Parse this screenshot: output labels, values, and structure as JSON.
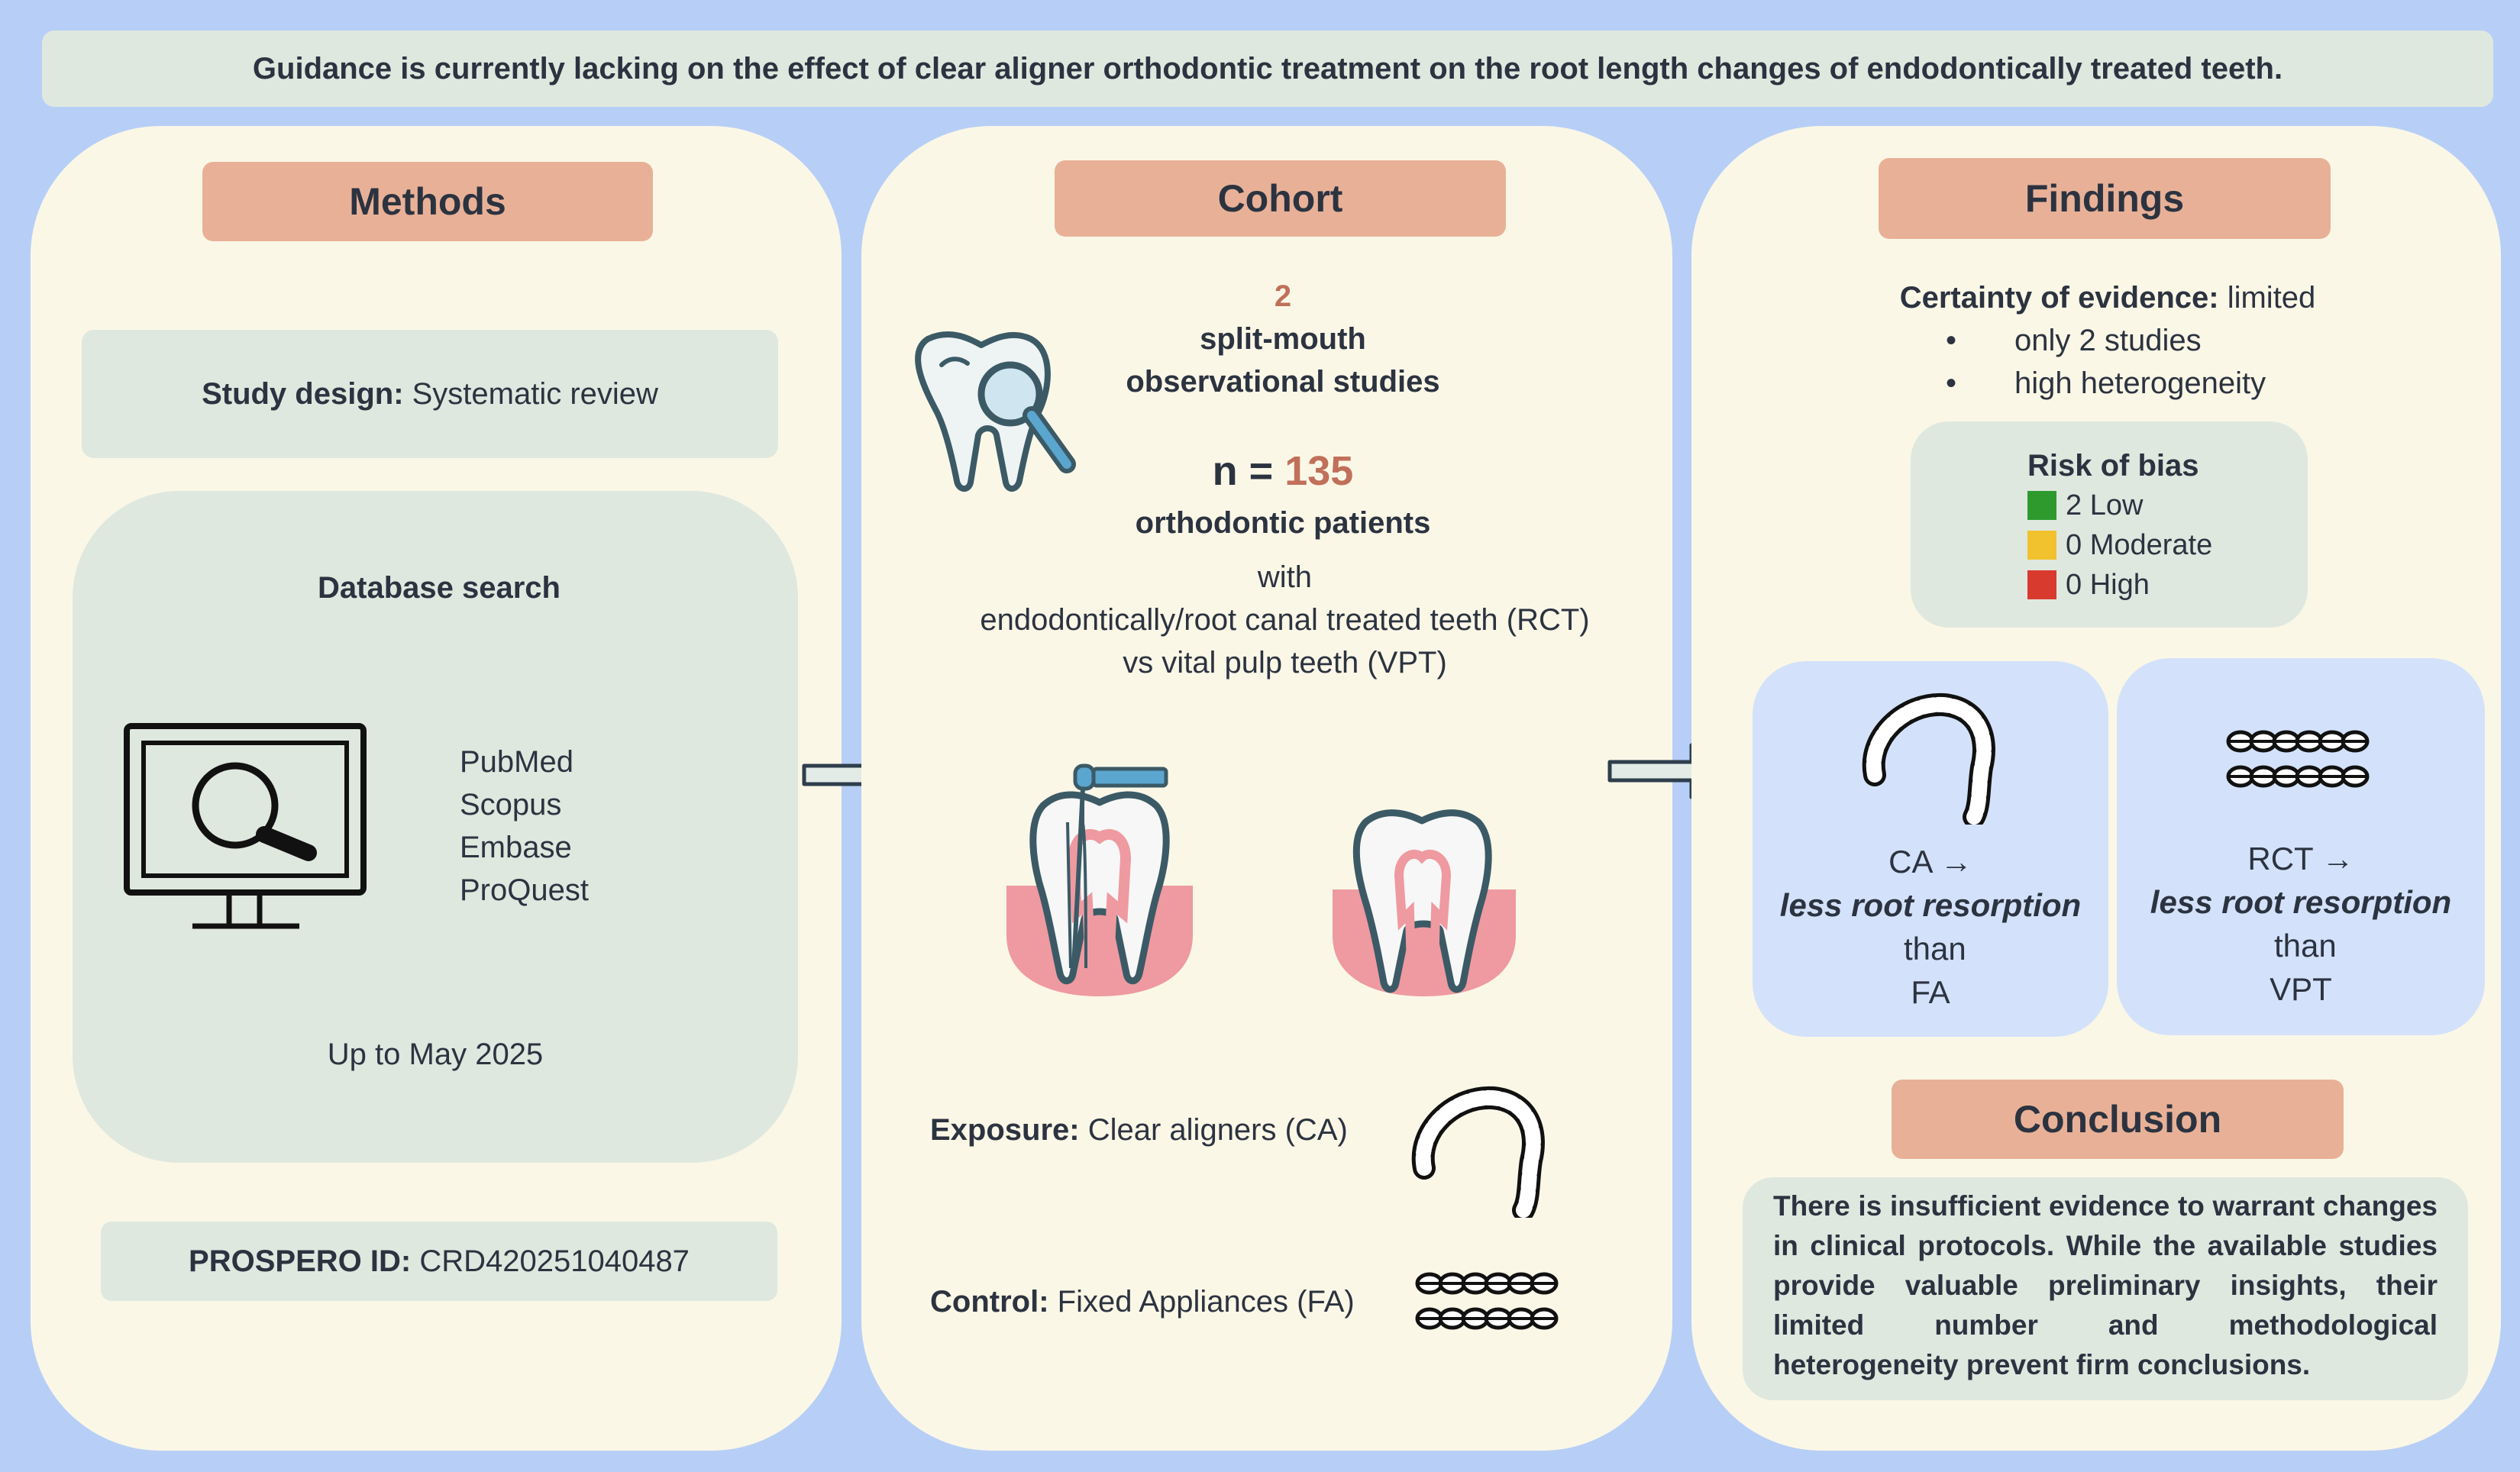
{
  "banner": "Guidance is currently lacking on the effect of clear aligner orthodontic treatment on the root length changes of endodontically treated teeth.",
  "methods": {
    "header": "Methods",
    "study_design_label": "Study design:",
    "study_design_value": " Systematic review",
    "database_title": "Database search",
    "databases": [
      "PubMed",
      "Scopus",
      "Embase",
      "ProQuest"
    ],
    "date_range": "Up to May 2025",
    "prospero_label": "PROSPERO ID:",
    "prospero_value": " CRD420251040487"
  },
  "cohort": {
    "header": "Cohort",
    "studies_count": "2",
    "studies_line1": "split-mouth",
    "studies_line2": "observational studies",
    "n_prefix": "n = ",
    "n_value": "135",
    "patients": "orthodontic patients",
    "with": "with",
    "rct": "endodontically/root canal treated teeth (RCT)",
    "vpt": "vs vital pulp teeth (VPT)",
    "exposure_label": "Exposure:",
    "exposure_value": " Clear aligners (CA)",
    "control_label": "Control:",
    "control_value": " Fixed Appliances (FA)"
  },
  "findings": {
    "header": "Findings",
    "certainty_label": "Certainty of evidence:",
    "certainty_value": " limited",
    "bullets": [
      "only 2 studies",
      "high heterogeneity"
    ],
    "rob_title": "Risk of bias",
    "rob": [
      {
        "label": "2 Low",
        "color": "#2e9a2e"
      },
      {
        "label": "0 Moderate",
        "color": "#f2c12e"
      },
      {
        "label": "0 High",
        "color": "#d83a2e"
      }
    ],
    "ca_arrow": "CA →",
    "ca_bold": "less root resorption",
    "ca_than": " than",
    "ca_ref": "FA",
    "rct_arrow": "RCT →",
    "rct_bold": "less root resorption",
    "rct_than": " than",
    "rct_ref": "VPT"
  },
  "conclusion": {
    "header": "Conclusion",
    "text": "There is insufficient evidence to warrant changes in clinical protocols. While the available studies provide valuable preliminary insights, their limited number and methodological heterogeneity prevent firm conclusions."
  },
  "colors": {
    "background": "#b7cff6",
    "panel": "#fbf7e7",
    "header": "#e8b197",
    "green_box": "#dfe8df",
    "blue_box": "#d3e2fa",
    "accent": "#c0705a"
  }
}
